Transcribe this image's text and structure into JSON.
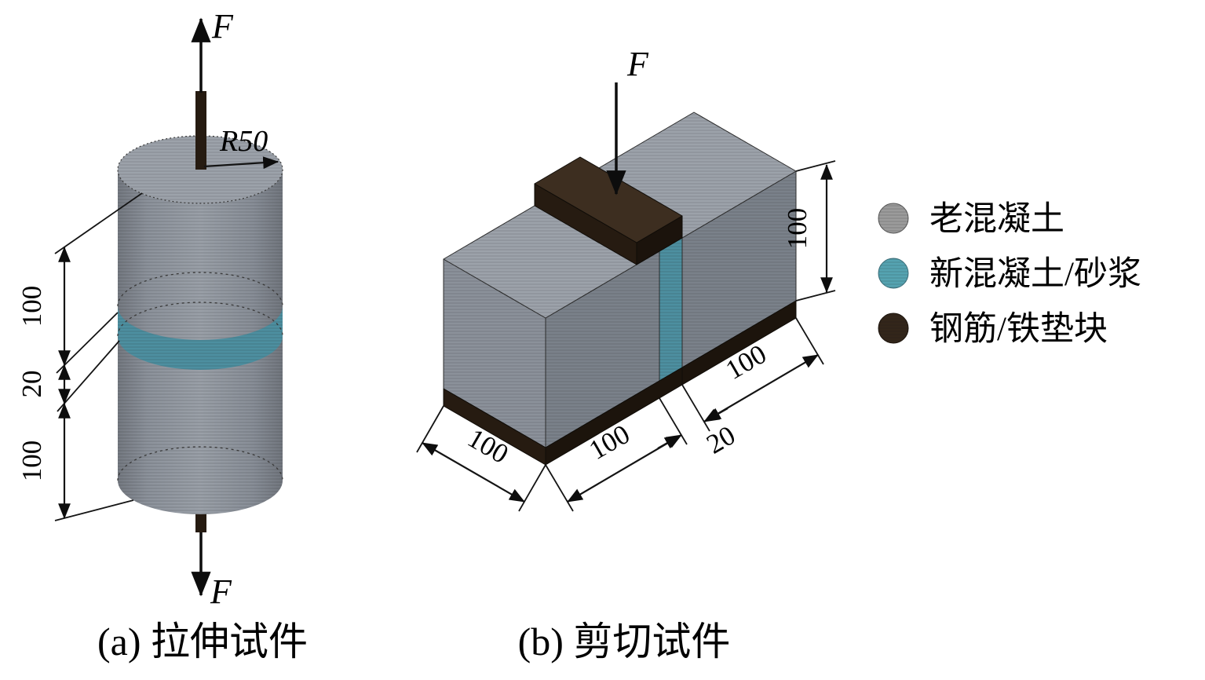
{
  "figure": {
    "caption_a": "(a) 拉伸试件",
    "caption_b": "(b) 剪切试件"
  },
  "tensile": {
    "force_top": "F",
    "force_bottom": "F",
    "radius": "R50",
    "dim_upper": "100",
    "dim_bond": "20",
    "dim_lower": "100"
  },
  "shear": {
    "force": "F",
    "dim_height": "100",
    "dim_width": "100",
    "dim_left_depth": "100",
    "dim_joint": "20",
    "dim_right_depth": "100"
  },
  "legend": {
    "items": [
      {
        "label": "老混凝土",
        "color": "#9b9b9b"
      },
      {
        "label": "新混凝土/砂浆",
        "color": "#55a3b1"
      },
      {
        "label": "钢筋/铁垫块",
        "color": "#33261a"
      }
    ]
  },
  "materials": {
    "old_concrete_light": "#a6abb2",
    "old_concrete": "#8b919a",
    "old_concrete_dark": "#7a818a",
    "new_concrete": "#4d8fa0",
    "steel": "#261b11"
  }
}
